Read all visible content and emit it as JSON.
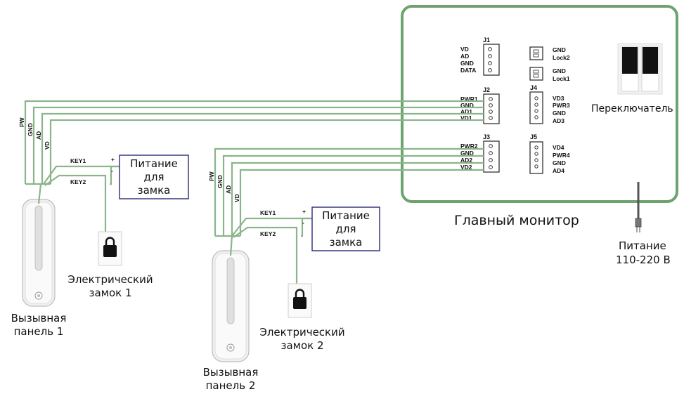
{
  "monitor": {
    "title": "Главный монитор",
    "switch_label": "Переключатель",
    "j1": {
      "label": "J1",
      "pins": [
        "VD",
        "AD",
        "GND",
        "DATA"
      ]
    },
    "j2": {
      "label": "J2",
      "pins": [
        "PWR1",
        "GND",
        "AD1",
        "VD1"
      ]
    },
    "j3": {
      "label": "J3",
      "pins": [
        "PWR2",
        "GND",
        "AD2",
        "VD2"
      ]
    },
    "j4": {
      "label": "J4",
      "pins": [
        "VD3",
        "PWR3",
        "GND",
        "AD3"
      ]
    },
    "j5": {
      "label": "J5",
      "pins": [
        "VD4",
        "PWR4",
        "GND",
        "AD4"
      ]
    },
    "lock2": {
      "pins": [
        "GND",
        "Lock2"
      ]
    },
    "lock1": {
      "pins": [
        "GND",
        "Lock1"
      ]
    }
  },
  "power": {
    "line1": "Питание",
    "line2": "110-220 В"
  },
  "panel1": {
    "wires": [
      "PW",
      "GND",
      "AD",
      "VD"
    ],
    "key1": "KEY1",
    "key2": "KEY2",
    "plus": "+",
    "minus": "-",
    "psu": [
      "Питание",
      "для",
      "замка"
    ],
    "lock": [
      "Электрический",
      "замок 1"
    ],
    "name": [
      "Вызывная",
      "панель 1"
    ]
  },
  "panel2": {
    "wires": [
      "PW",
      "GND",
      "AD",
      "VD"
    ],
    "key1": "KEY1",
    "key2": "KEY2",
    "plus": "+",
    "minus": "-",
    "psu": [
      "Питание",
      "для",
      "замка"
    ],
    "lock": [
      "Электрический",
      "замок 2"
    ],
    "name": [
      "Вызывная",
      "панель 2"
    ]
  },
  "colors": {
    "frame": "#6ea36e",
    "wire": "#8ab58a"
  }
}
